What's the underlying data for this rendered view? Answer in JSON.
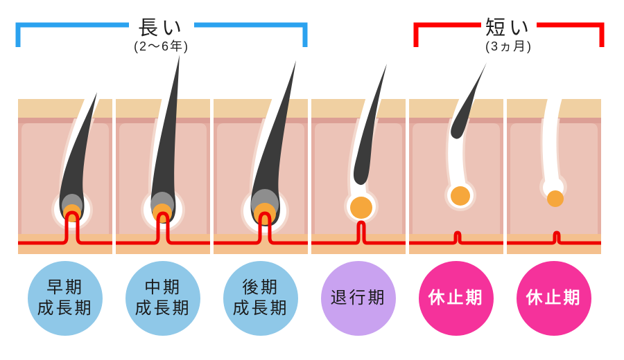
{
  "title": "hair-growth-cycle-diagram",
  "brackets": {
    "long": {
      "label": "長い",
      "duration": "(2〜6年)",
      "color": "#2ba2ef"
    },
    "short": {
      "label": "短い",
      "duration": "(3ヵ月)",
      "color": "#ff0000"
    }
  },
  "stages": [
    {
      "id": "early-anagen",
      "line1": "早期",
      "line2": "成長期",
      "circle_color": "#8fc8e8",
      "text_color": "#1a1a1a"
    },
    {
      "id": "mid-anagen",
      "line1": "中期",
      "line2": "成長期",
      "circle_color": "#8fc8e8",
      "text_color": "#1a1a1a"
    },
    {
      "id": "late-anagen",
      "line1": "後期",
      "line2": "成長期",
      "circle_color": "#8fc8e8",
      "text_color": "#1a1a1a"
    },
    {
      "id": "catagen",
      "line1": "退行期",
      "line2": "",
      "circle_color": "#c9a2f0",
      "text_color": "#1a1a1a"
    },
    {
      "id": "telogen-1",
      "line1": "休止期",
      "line2": "",
      "circle_color": "#f5329b",
      "text_color": "#ffffff"
    },
    {
      "id": "telogen-2",
      "line1": "休止期",
      "line2": "",
      "circle_color": "#f5329b",
      "text_color": "#ffffff"
    }
  ],
  "skin_palette": {
    "epidermis_tan": "#f0d0a2",
    "epidermis_line": "#dc9f95",
    "dermis_border": "#e5afa3",
    "dermis_inner": "#ecc3b7",
    "subcutis_orange_band": "#f4c08e",
    "vessel_red": "#ee0000",
    "hair_dark": "#3b3b3b",
    "bulb_gray": "#8e8e8e",
    "papilla_orange": "#f6a73c",
    "follicle_white": "#ffffff",
    "follicle_halo": "#f3d8cd"
  }
}
